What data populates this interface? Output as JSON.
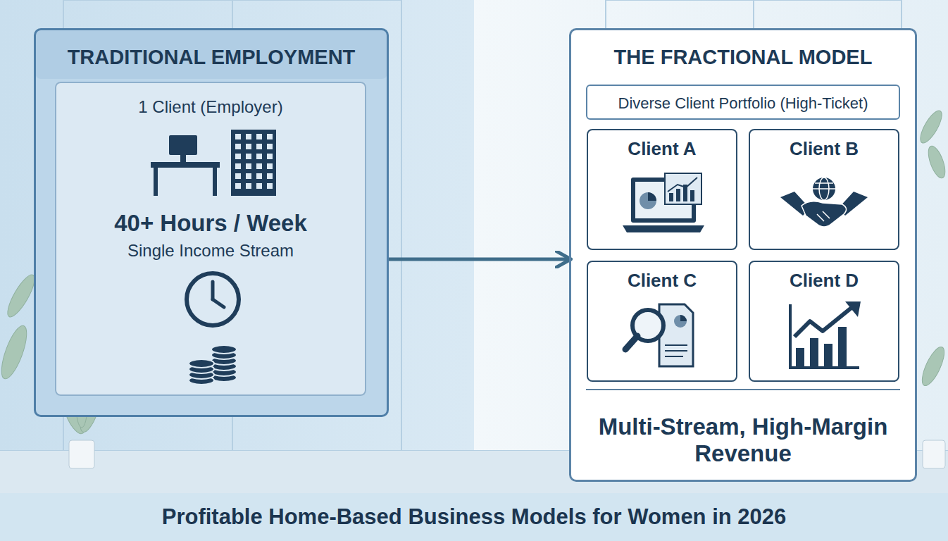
{
  "diagram": {
    "caption": "Profitable Home-Based Business Models for Women in 2026",
    "nodes": [
      {
        "text": [
          "TRADITIONAL EMPLOYMENT"
        ]
      },
      {
        "text": [
          "1 Client (Employer)",
          "40+ Hours / Week",
          "Single Income Stream"
        ],
        "in": 0
      },
      {
        "text": [
          "THE FRACTIONAL MODEL",
          "Multi-Stream, High-Margin Revenue"
        ]
      },
      {
        "text": [
          "Diverse Client Portfolio (High-Ticket)"
        ],
        "in": 2
      },
      {
        "text": [
          "Client A"
        ],
        "in": 2
      },
      {
        "text": [
          "Client B"
        ],
        "in": 2
      },
      {
        "text": [
          "Client C"
        ],
        "in": 2
      },
      {
        "text": [
          "Client D"
        ],
        "in": 2
      }
    ],
    "edges": [
      {
        "from": 0,
        "to": 2,
        "arrow": "to"
      }
    ]
  }
}
